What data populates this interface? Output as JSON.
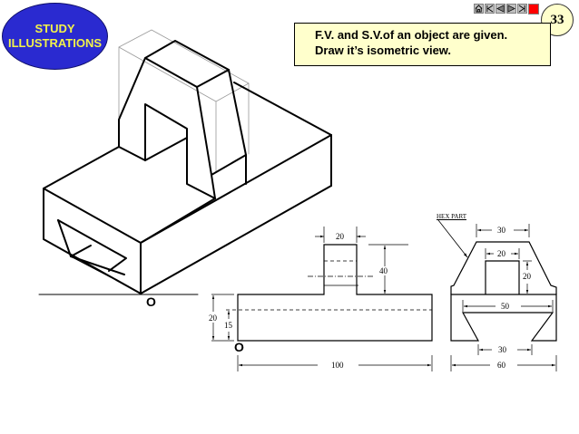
{
  "badge": {
    "line1": "STUDY",
    "line2": "ILLUSTRATIONS",
    "bg_color": "#2a2ad0",
    "text_color": "#f2f24a"
  },
  "navigation": {
    "buttons": [
      {
        "name": "home",
        "icon": "home-icon"
      },
      {
        "name": "first",
        "icon": "skip-first-icon"
      },
      {
        "name": "previous",
        "icon": "triangle-left-icon"
      },
      {
        "name": "next",
        "icon": "triangle-right-icon"
      },
      {
        "name": "last",
        "icon": "skip-last-icon"
      },
      {
        "name": "end",
        "icon": "red-square-icon"
      }
    ],
    "page_number": "33"
  },
  "prompt": {
    "line1": "F.V. and S.V.of  an object are given.",
    "line2": "Draw it’s isometric view."
  },
  "isometric_view": {
    "origin_label": "O"
  },
  "front_view": {
    "origin_label": "O",
    "dimensions": {
      "top_width": "20",
      "upright_height": "40",
      "base_height": "20",
      "slot_height": "15",
      "base_length": "100"
    }
  },
  "side_view": {
    "callout": "HEX PART",
    "dimensions": {
      "hex_top": "30",
      "slot_width": "20",
      "slot_depth": "20",
      "trapezoid_top": "50",
      "trapezoid_bottom": "30",
      "overall_width": "60"
    }
  }
}
